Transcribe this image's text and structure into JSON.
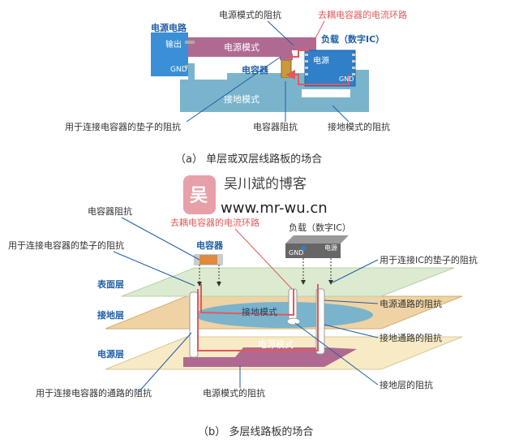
{
  "diagram_a": {
    "labels": {
      "power_circuit": "电源电路",
      "output": "输出",
      "gnd_src": "GND",
      "power_mode": "电源模式",
      "power_mode_impedance": "电源模式的阻抗",
      "decoupling_loop": "去耦电容器的电流环路",
      "load_ic": "负载（数字IC）",
      "ic_power": "电源",
      "ic_gnd": "GND",
      "capacitor": "电容器",
      "ground_mode": "接地模式",
      "pad_impedance": "用于连接电容器的垫子的阻抗",
      "cap_impedance": "电容器阻抗",
      "ground_mode_impedance": "接地模式的阻抗"
    },
    "caption": "（a） 单层或双层线路板的场合"
  },
  "watermark": {
    "logo_char": "吴",
    "title": "吴川斌的博客",
    "url": "www.mr-wu.cn"
  },
  "diagram_b": {
    "labels": {
      "cap_impedance": "电容器阻抗",
      "decoupling_loop": "去耦电容器的电流环路",
      "load_ic": "负载（数字IC）",
      "pad_impedance": "用于连接电容器的垫子的阻抗",
      "capacitor": "电容器",
      "ic_gnd": "GND",
      "ic_power": "电源",
      "ic_pad_impedance": "用于连接IC的垫子的阻抗",
      "surface_layer": "表面层",
      "ground_layer": "接地层",
      "power_layer": "电源层",
      "ground_mode": "接地模式",
      "power_mode": "电源模式",
      "power_via_impedance": "电源通路的阻抗",
      "ground_via_impedance": "接地通路的阻抗",
      "ground_layer_impedance": "接地层的阻抗",
      "cap_via_impedance": "用于连接电容器的通路的阻抗",
      "power_mode_impedance": "电源模式的阻抗"
    },
    "caption": "（b） 多层线路板的场合"
  },
  "colors": {
    "power_purple": "#b06a92",
    "ground_blue": "#7ab4cc",
    "surface_green": "#dcebd0",
    "ground_orange": "#efd3a4",
    "power_yellow": "#f8eac4",
    "loop_red": "#e05a5a",
    "leader_blue": "#1f5fa8",
    "ic_gray": "#666666",
    "cap_orange": "#e08a3a"
  }
}
